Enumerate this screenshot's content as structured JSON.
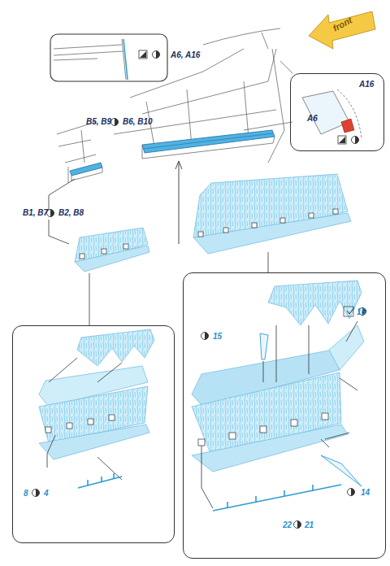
{
  "diagram": {
    "nodes": [
      {
        "text": [
          "front"
        ]
      },
      {
        "text": [
          "A6",
          "A16"
        ]
      },
      {
        "text": [
          "8",
          "4"
        ]
      },
      {
        "text": [
          "15",
          "16",
          "14",
          "22",
          "21"
        ]
      }
    ],
    "labels": [
      "A6, A16",
      "B5, B9",
      "B6, B10",
      "B1, B7",
      "B2, B8"
    ]
  }
}
